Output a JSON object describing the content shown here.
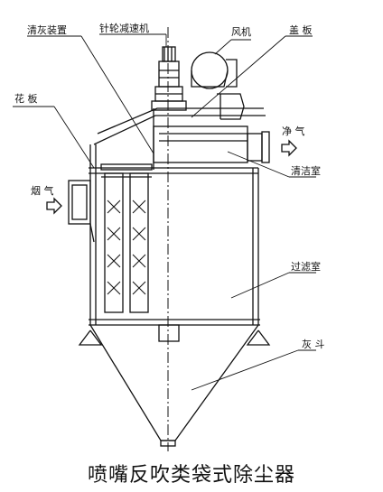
{
  "labels": {
    "ash_cleaning_device": "清灰装置",
    "pinwheel_reducer": "针轮减速机",
    "fan": "风机",
    "cover_plate": "盖 板",
    "flower_plate": "花 板",
    "clean_gas": "净 气",
    "clean_room": "清洁室",
    "flue_gas": "烟 气",
    "filter_room": "过滤室",
    "ash_hopper": "灰 斗"
  },
  "caption": "喷嘴反吹类袋式除尘器"
}
